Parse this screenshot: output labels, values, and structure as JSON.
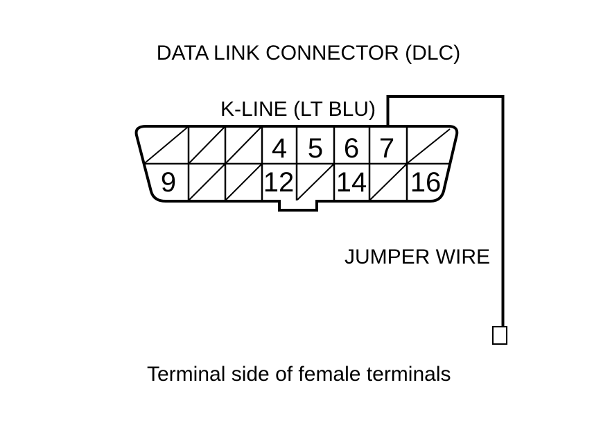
{
  "title": "DATA LINK CONNECTOR (DLC)",
  "labels": {
    "kline": "K-LINE (LT BLU)",
    "jumper_wire": "JUMPER WIRE",
    "caption": "Terminal side of female terminals"
  },
  "colors": {
    "line": "#000000",
    "background": "#ffffff"
  },
  "connector": {
    "description": "16-pin DLC, terminal side of female terminals, unused cavities slashed",
    "kline_pin": "7",
    "rows": [
      {
        "name": "top",
        "cells": [
          {
            "pin": "",
            "slashed": true
          },
          {
            "pin": "",
            "slashed": true
          },
          {
            "pin": "",
            "slashed": true
          },
          {
            "pin": "4",
            "slashed": false
          },
          {
            "pin": "5",
            "slashed": false
          },
          {
            "pin": "6",
            "slashed": false
          },
          {
            "pin": "7",
            "slashed": false
          },
          {
            "pin": "",
            "slashed": true
          }
        ]
      },
      {
        "name": "bottom",
        "cells": [
          {
            "pin": "9",
            "slashed": false
          },
          {
            "pin": "",
            "slashed": true
          },
          {
            "pin": "",
            "slashed": true
          },
          {
            "pin": "12",
            "slashed": false
          },
          {
            "pin": "",
            "slashed": true
          },
          {
            "pin": "14",
            "slashed": false
          },
          {
            "pin": "",
            "slashed": true
          },
          {
            "pin": "16",
            "slashed": false
          }
        ]
      }
    ]
  }
}
